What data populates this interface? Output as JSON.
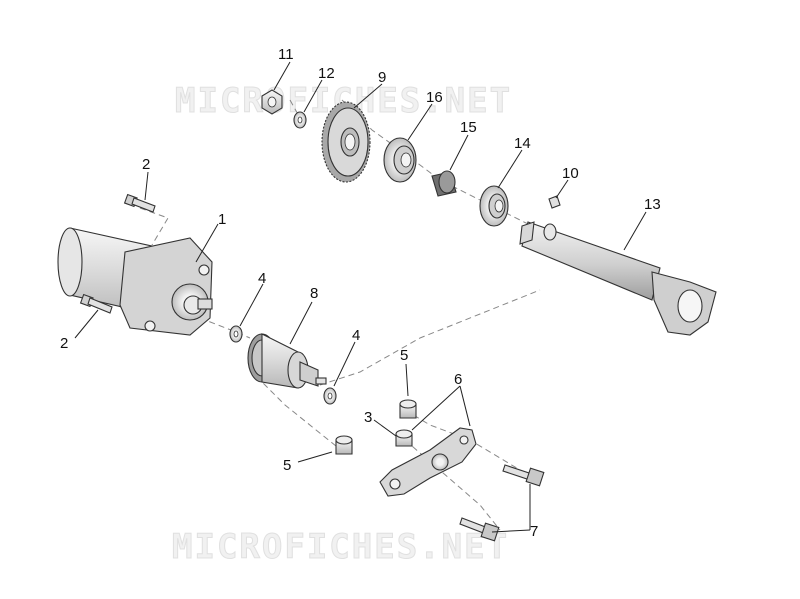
{
  "watermark": "MICROFICHES.NET",
  "callouts": {
    "c1": "1",
    "c2a": "2",
    "c2b": "2",
    "c3": "3",
    "c4a": "4",
    "c4b": "4",
    "c5a": "5",
    "c5b": "5",
    "c6": "6",
    "c7": "7",
    "c8": "8",
    "c9": "9",
    "c10": "10",
    "c11": "11",
    "c12": "12",
    "c13": "13",
    "c14": "14",
    "c15": "15",
    "c16": "16"
  }
}
